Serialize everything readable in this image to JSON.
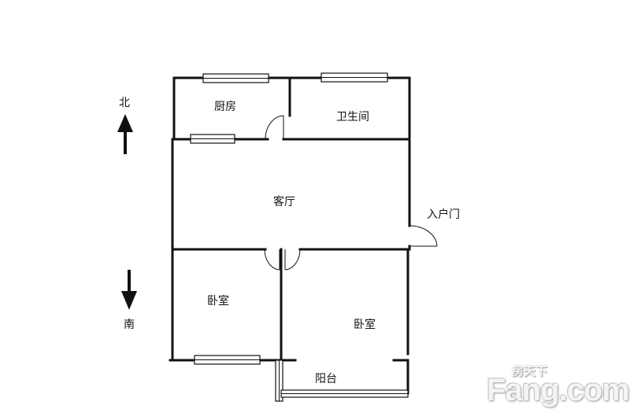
{
  "rooms": {
    "kitchen": "厨房",
    "bathroom": "卫生间",
    "living_room": "客厅",
    "entry_door": "入户门",
    "bedroom_left": "卧室",
    "bedroom_right": "卧室",
    "balcony": "阳台"
  },
  "compass": {
    "north": "北",
    "south": "南"
  },
  "watermark": {
    "chinese": "房天下",
    "brand": "Fang.com"
  }
}
